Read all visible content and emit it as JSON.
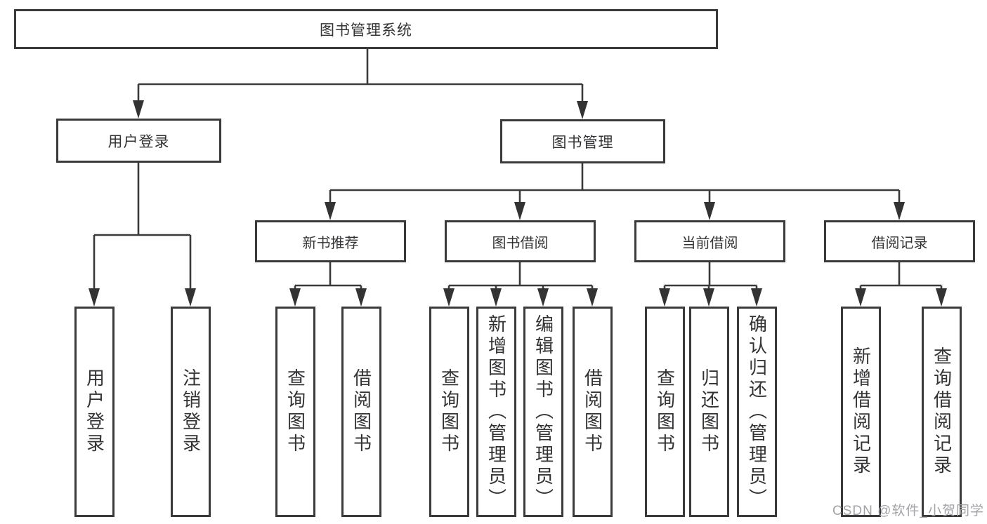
{
  "diagram": {
    "root": "图书管理系统",
    "level2": {
      "user_login": "用户登录",
      "book_management": "图书管理"
    },
    "level3": {
      "new_book_recommendation": "新书推荐",
      "book_borrowing": "图书借阅",
      "current_borrowing": "当前借阅",
      "borrowing_records": "借阅记录"
    },
    "leaves": {
      "user_login": "用户登录",
      "logout": "注销登录",
      "nb_query_books": "查询图书",
      "nb_borrow_books": "借阅图书",
      "bb_query_books": "查询图书",
      "bb_add_books_admin": "新增图书（管理员）",
      "bb_edit_books_admin": "编辑图书（管理员）",
      "bb_borrow_books": "借阅图书",
      "cb_query_books": "查询图书",
      "cb_return_books": "归还图书",
      "cb_confirm_return_admin": "确认归还（管理员）",
      "br_add_record": "新增借阅记录",
      "br_query_record": "查询借阅记录"
    }
  },
  "watermark": "CSDN @软件_小贺同学",
  "colors": {
    "line": "#3a3a3a",
    "node_text": "#333336",
    "watermark": "#a3a3a7",
    "background": "#ffffff"
  }
}
